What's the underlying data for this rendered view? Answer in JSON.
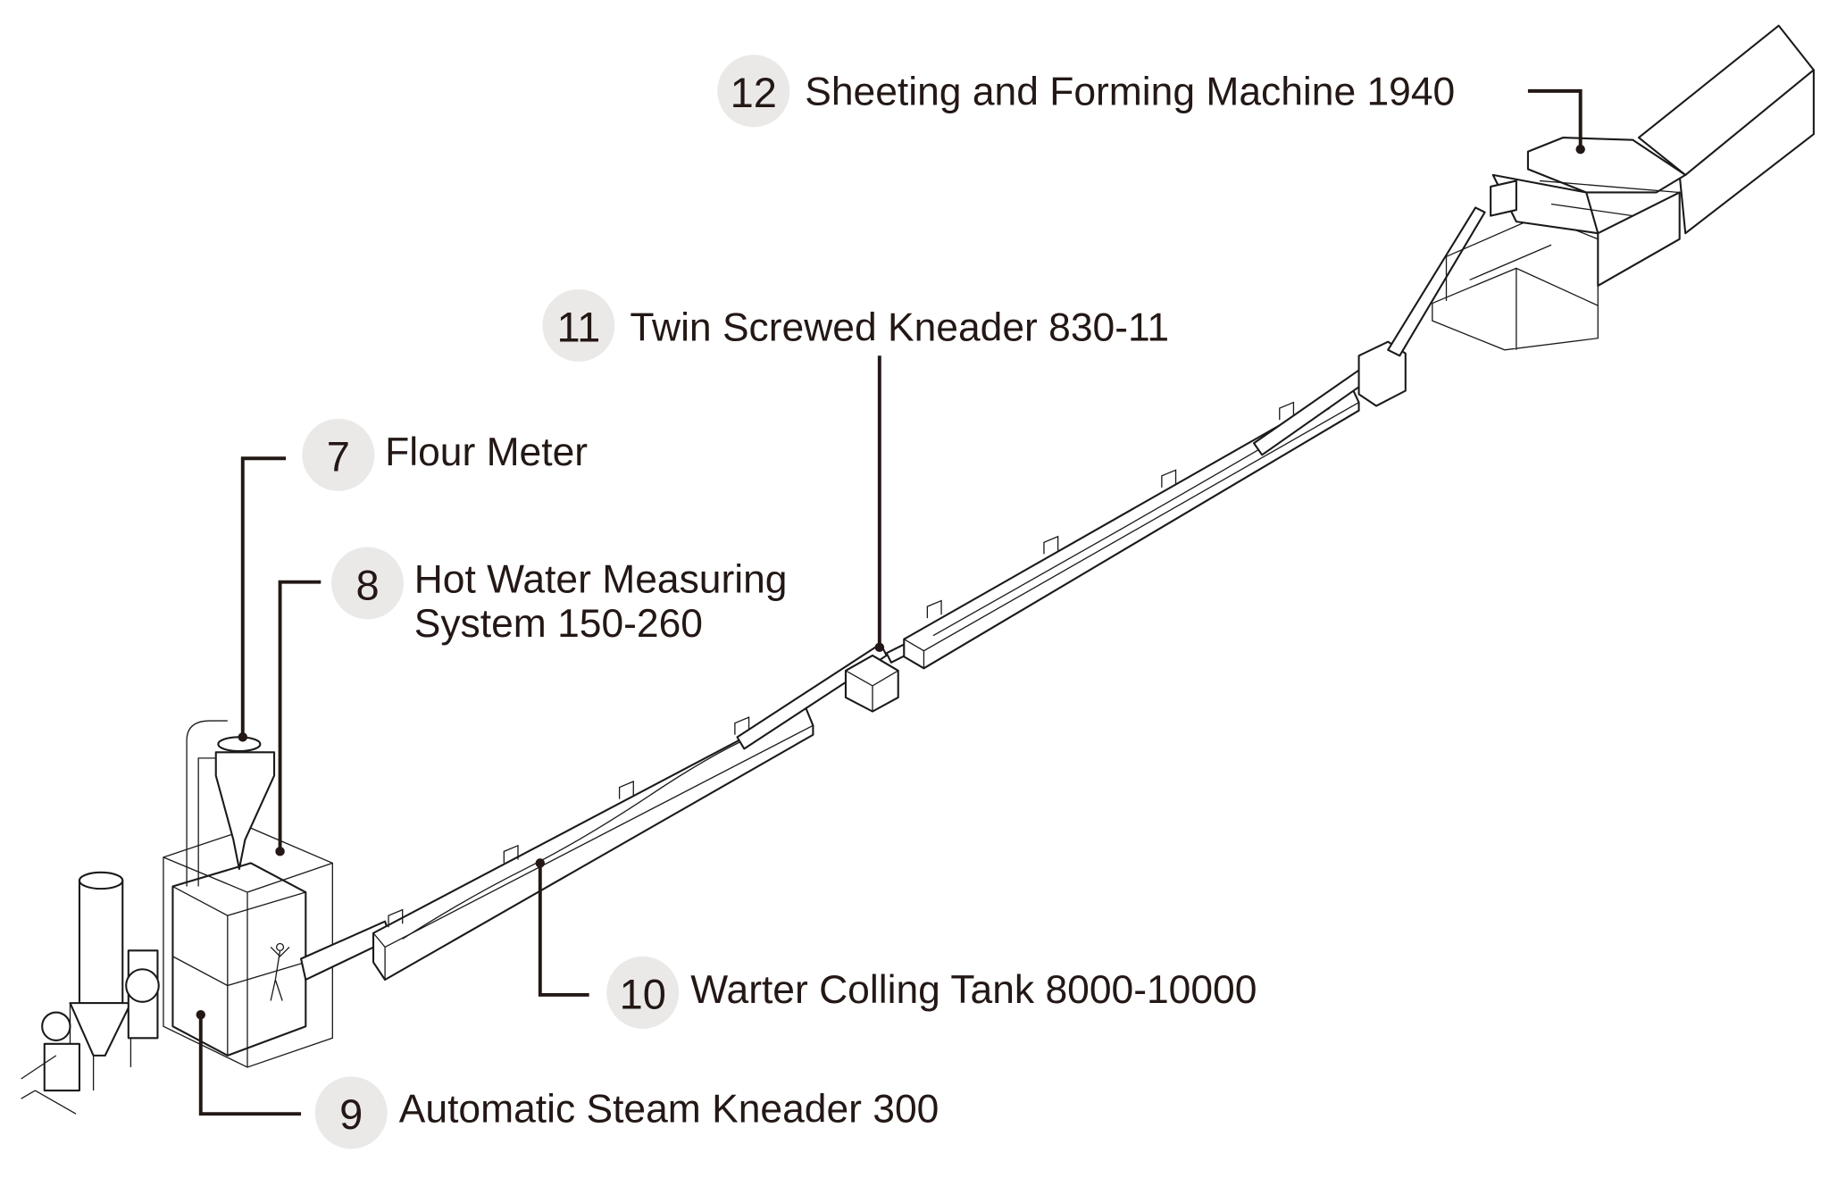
{
  "labels": [
    {
      "number": "7",
      "text": "Flour Meter"
    },
    {
      "number": "8",
      "text_line1": "Hot Water Measuring",
      "text_line2": "System 150-260"
    },
    {
      "number": "9",
      "text": "Automatic Steam Kneader 300"
    },
    {
      "number": "10",
      "text": "Warter Colling Tank 8000-10000"
    },
    {
      "number": "11",
      "text": "Twin Screwed Kneader 830-11"
    },
    {
      "number": "12",
      "text": "Sheeting and Forming Machine 1940"
    }
  ],
  "colors": {
    "badge": "#ebe9e7",
    "ink": "#231815"
  }
}
